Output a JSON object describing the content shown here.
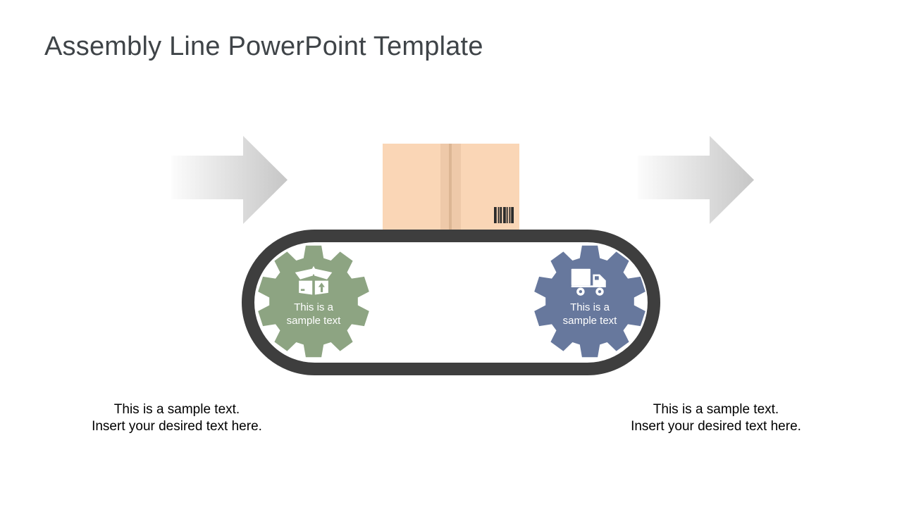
{
  "slide": {
    "title": "Assembly Line PowerPoint Template",
    "colors": {
      "background": "#FFFFFF",
      "title": "#3F4448",
      "belt": "#3E3E3E",
      "arrow_start": "#FCFCFC",
      "arrow_end": "#C6C6C6",
      "box_face": "#FAD6B6",
      "box_stripe": "#EEC9A9",
      "box_crease": "#DCB694",
      "barcode": "#2B2B2B",
      "caption_text": "#000000",
      "gear_label_text": "#FFFFFF"
    },
    "icons": [
      "right-arrow-icon",
      "open-box-icon",
      "delivery-truck-icon",
      "barcode"
    ],
    "gears": [
      {
        "color": "#8DA482",
        "icon": "open-box-icon",
        "line1": "This is a",
        "line2": "sample text"
      },
      {
        "color": "#67789D",
        "icon": "delivery-truck-icon",
        "line1": "This is a",
        "line2": "sample text"
      }
    ],
    "captions": [
      {
        "line1": "This is a sample text.",
        "line2": "Insert your desired text here."
      },
      {
        "line1": "This is a sample text.",
        "line2": "Insert your desired text here."
      }
    ]
  }
}
